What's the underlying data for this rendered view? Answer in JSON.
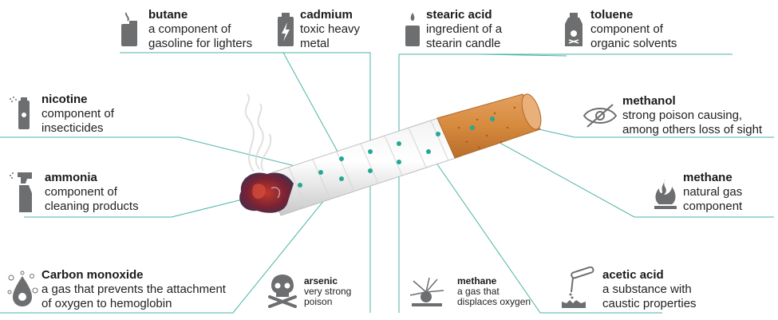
{
  "labels": {
    "butane": {
      "title": "butane",
      "desc": "a component of\ngasoline for lighters"
    },
    "cadmium": {
      "title": "cadmium",
      "desc": "toxic heavy\nmetal"
    },
    "stearic": {
      "title": "stearic acid",
      "desc": "ingredient of a\nstearin candle"
    },
    "toluene": {
      "title": "toluene",
      "desc": "component of\norganic solvents"
    },
    "nicotine": {
      "title": "nicotine",
      "desc": "component of\ninsecticides"
    },
    "methanol": {
      "title": "methanol",
      "desc": "strong poison causing,\namong others loss of sight"
    },
    "ammonia": {
      "title": "ammonia",
      "desc": "component of\ncleaning products"
    },
    "methane_gas": {
      "title": "methane",
      "desc": "natural gas\ncomponent"
    },
    "carbon": {
      "title": "Carbon monoxide",
      "desc": "a gas that prevents the attachment\nof oxygen to hemoglobin"
    },
    "arsenic": {
      "title": "arsenic",
      "desc": "very strong\npoison"
    },
    "methane_ox": {
      "title": "methane",
      "desc": "a gas that\ndisplaces oxygen"
    },
    "acetic": {
      "title": "acetic acid",
      "desc": "a substance with\ncaustic properties"
    }
  },
  "colors": {
    "leader": "#4bb3a5",
    "dot": "#22a894",
    "icon": "#6d6e70",
    "filter": "#d9883b"
  }
}
